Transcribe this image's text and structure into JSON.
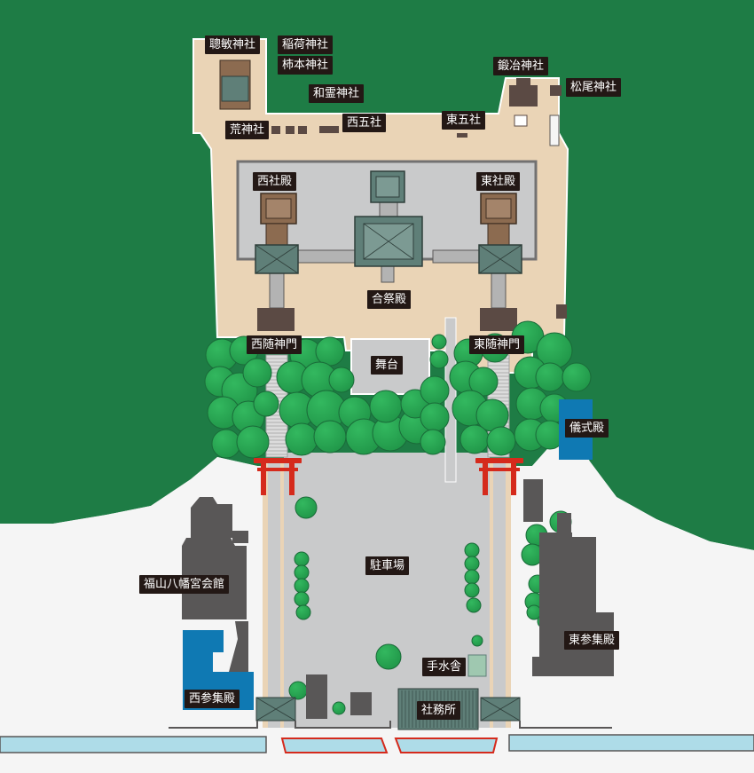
{
  "map": {
    "labels": {
      "chobin": "聰敏神社",
      "inari": "稲荷神社",
      "kakimoto": "柿本神社",
      "wakei": "和霊神社",
      "kanjin": "荒神社",
      "nishi_go": "西五社",
      "higashi_go": "東五社",
      "kaji": "鍛冶神社",
      "matsuo": "松尾神社",
      "nishi_shaden": "西社殿",
      "higashi_shaden": "東社殿",
      "gosai": "合祭殿",
      "nishi_zuishin": "西随神門",
      "higashi_zuishin": "東随神門",
      "butai": "舞台",
      "gishiki": "儀式殿",
      "parking": "駐車場",
      "kaikan": "福山八幡宮会館",
      "higashi_sanshu": "東参集殿",
      "nishi_sanshu": "西参集殿",
      "temizu": "手水舎",
      "shamusho": "社務所"
    },
    "colors": {
      "forest": "#1e7c45",
      "tree": "#24a050",
      "precinct": "#ead4b6",
      "roof_green": "#5f7f78",
      "roof_brown": "#8c6b50",
      "building_dark": "#5b4a44",
      "building_gray": "#595757",
      "torii": "#d52a1c",
      "hall_blue": "#0f79b3",
      "water": "#aedce8",
      "pavement": "#c9cacb",
      "label_bg": "#231815"
    }
  }
}
